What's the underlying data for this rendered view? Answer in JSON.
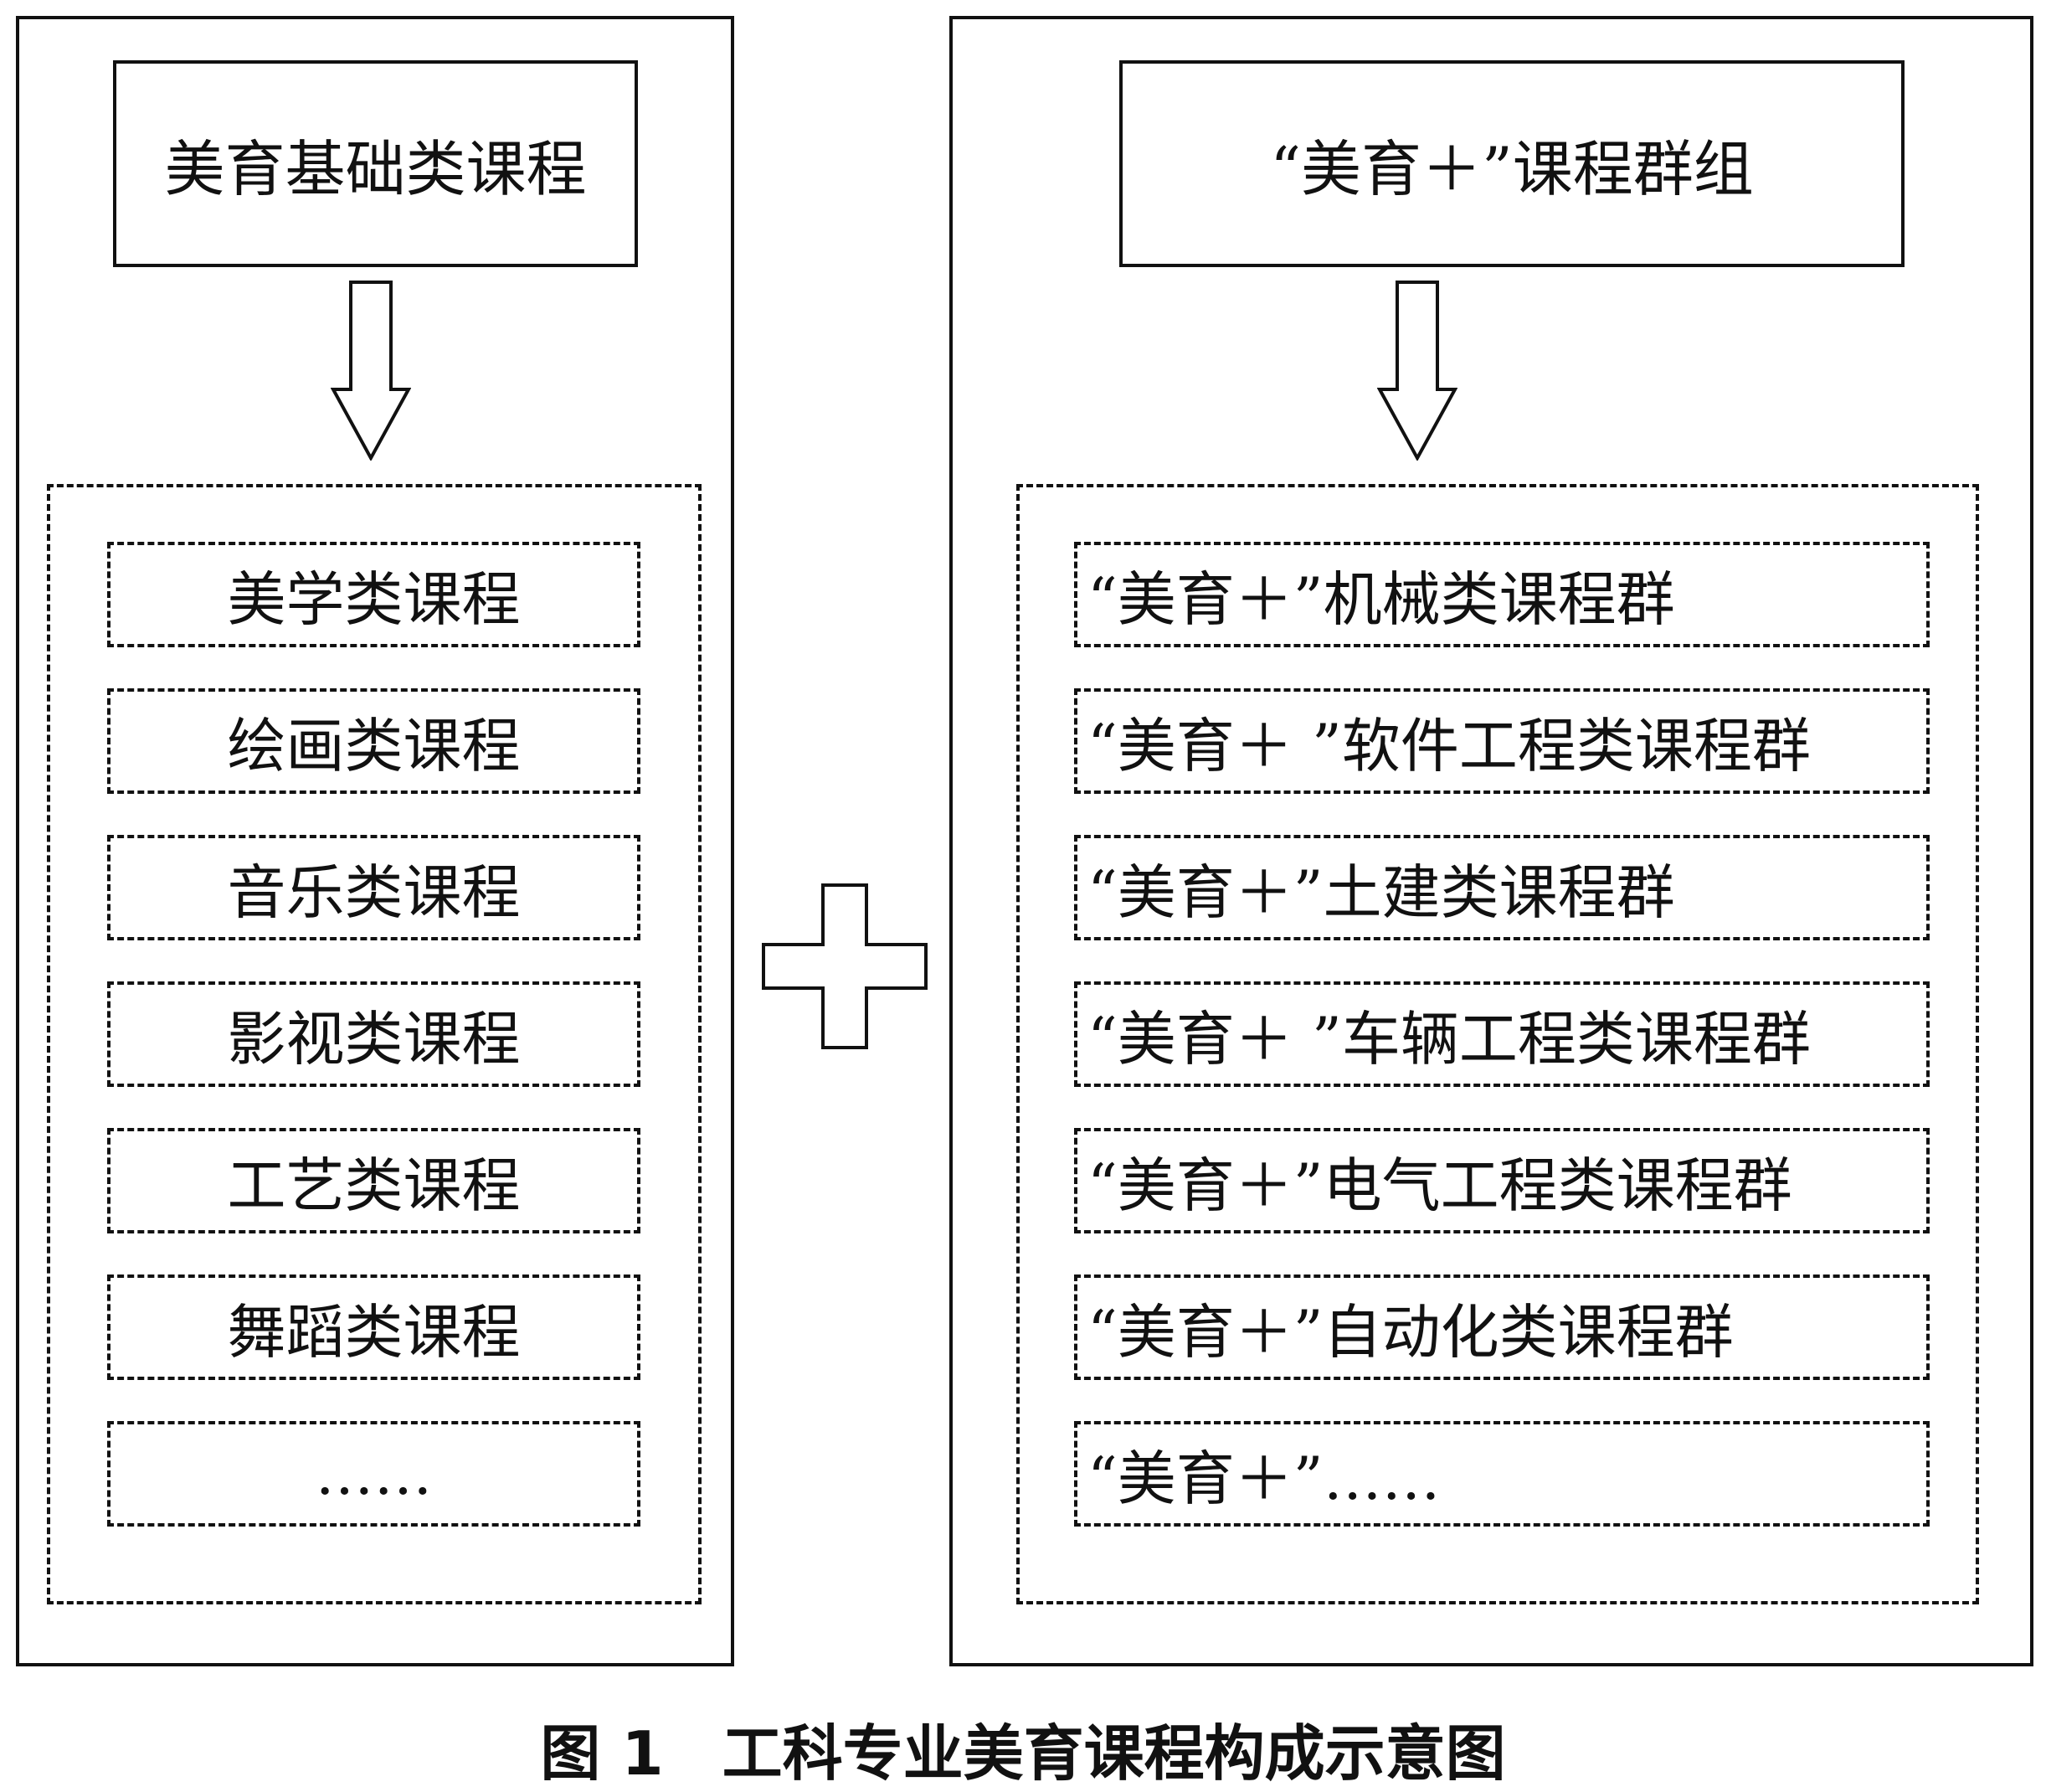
{
  "left_panel": {
    "header": "美育基础类课程",
    "items": [
      "美学类课程",
      "绘画类课程",
      "音乐类课程",
      "影视类课程",
      "工艺类课程",
      "舞蹈类课程",
      "……"
    ]
  },
  "right_panel": {
    "header": "“美育＋”课程群组",
    "items": [
      "“美育＋”机械类课程群",
      "“美育＋ ”软件工程类课程群",
      "“美育＋”土建类课程群",
      "“美育＋ ”车辆工程类课程群",
      "“美育＋”电气工程类课程群",
      "“美育＋”自动化类课程群",
      "“美育＋”……"
    ]
  },
  "connector": {
    "symbol": "plus"
  },
  "caption": {
    "number": "图 1",
    "text": "工科专业美育课程构成示意图"
  }
}
